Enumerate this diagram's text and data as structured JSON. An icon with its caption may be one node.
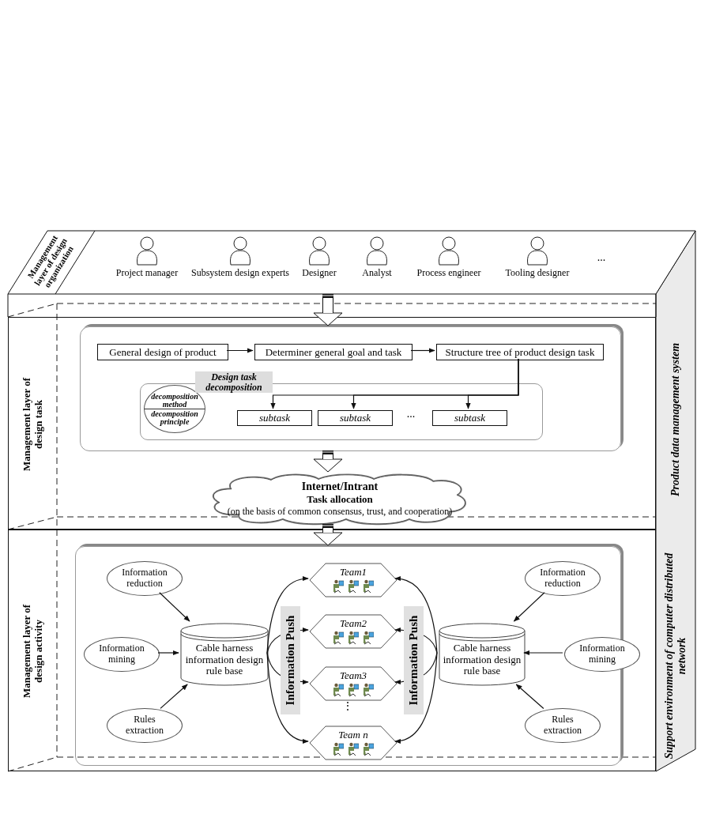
{
  "diagram": {
    "nodes": [
      {
        "text": [
          "Management layer of design organization"
        ]
      },
      {
        "text": [
          "Project manager"
        ],
        "in": 0
      },
      {
        "text": [
          "Subsystem design experts"
        ],
        "in": 0
      },
      {
        "text": [
          "Designer"
        ],
        "in": 0
      },
      {
        "text": [
          "Analyst"
        ],
        "in": 0
      },
      {
        "text": [
          "Process engineer"
        ],
        "in": 0
      },
      {
        "text": [
          "Tooling designer"
        ],
        "in": 0
      },
      {
        "text": [
          "Management layer of design task"
        ]
      },
      {
        "text": [],
        "shape": "box",
        "in": 7
      },
      {
        "text": [
          "General design of product"
        ],
        "in": 8
      },
      {
        "text": [
          "Determiner general goal and task"
        ],
        "in": 8
      },
      {
        "text": [
          "Structure tree of product design task"
        ],
        "in": 8
      },
      {
        "text": [
          "Design task decomposition"
        ],
        "in": 8
      },
      {
        "text": [
          "decomposition method",
          "decomposition principle"
        ],
        "in": 12
      },
      {
        "text": [
          "subtask"
        ],
        "in": 12
      },
      {
        "text": [
          "subtask"
        ],
        "in": 12
      },
      {
        "text": [
          "subtask"
        ],
        "in": 12
      },
      {
        "text": [
          "Internet/Intrant",
          "Task allocation",
          "(on the basis of common consensus, trust, and cooperation)"
        ],
        "in": 7
      },
      {
        "text": [
          "Management layer of design activity"
        ]
      },
      {
        "text": [],
        "shape": "box",
        "in": 18
      },
      {
        "text": [
          "Information reduction"
        ],
        "in": 19
      },
      {
        "text": [
          "Information mining"
        ],
        "in": 19
      },
      {
        "text": [
          "Rules extraction"
        ],
        "in": 19
      },
      {
        "text": [
          "Cable harness information design rule base"
        ],
        "in": 19
      },
      {
        "text": [
          "Team1"
        ],
        "in": 19
      },
      {
        "text": [
          "Team2"
        ],
        "in": 19
      },
      {
        "text": [
          "Team3"
        ],
        "in": 19
      },
      {
        "text": [
          "Team n"
        ],
        "in": 19
      },
      {
        "text": [
          "Cable harness information design rule base"
        ],
        "in": 19
      },
      {
        "text": [
          "Information reduction"
        ],
        "in": 19
      },
      {
        "text": [
          "Information mining"
        ],
        "in": 19
      },
      {
        "text": [
          "Rules extraction"
        ],
        "in": 19
      }
    ],
    "edges": [
      {
        "from": 0,
        "to": 8,
        "arrow": "to",
        "style": "thick"
      },
      {
        "from": 9,
        "to": 10,
        "arrow": "to"
      },
      {
        "from": 10,
        "to": 11,
        "arrow": "to"
      },
      {
        "from": 11,
        "to": 14,
        "arrow": "to"
      },
      {
        "from": 11,
        "to": 15,
        "arrow": "to"
      },
      {
        "from": 11,
        "to": 16,
        "arrow": "to"
      },
      {
        "from": 8,
        "to": 17,
        "arrow": "to",
        "style": "thick"
      },
      {
        "from": 17,
        "to": 19,
        "arrow": "to",
        "style": "thick"
      },
      {
        "from": 20,
        "to": 23,
        "arrow": "to"
      },
      {
        "from": 21,
        "to": 23,
        "arrow": "to"
      },
      {
        "from": 22,
        "to": 23,
        "arrow": "to"
      },
      {
        "from": 23,
        "to": 24,
        "arrow": "to"
      },
      {
        "from": 23,
        "to": 25,
        "arrow": "to"
      },
      {
        "from": 23,
        "to": 26,
        "arrow": "to"
      },
      {
        "from": 23,
        "to": 27,
        "arrow": "to"
      },
      {
        "from": 28,
        "to": 24,
        "arrow": "to"
      },
      {
        "from": 28,
        "to": 25,
        "arrow": "to"
      },
      {
        "from": 28,
        "to": 26,
        "arrow": "to"
      },
      {
        "from": 28,
        "to": 27,
        "arrow": "to"
      },
      {
        "from": 29,
        "to": 28,
        "arrow": "to"
      },
      {
        "from": 30,
        "to": 28,
        "arrow": "to"
      },
      {
        "from": 31,
        "to": 28,
        "arrow": "to"
      }
    ],
    "labels": [
      "...",
      "Product data management system",
      "...",
      "Information Push",
      "⋮",
      "Information Push",
      "Support environment of computer distributed network"
    ]
  }
}
